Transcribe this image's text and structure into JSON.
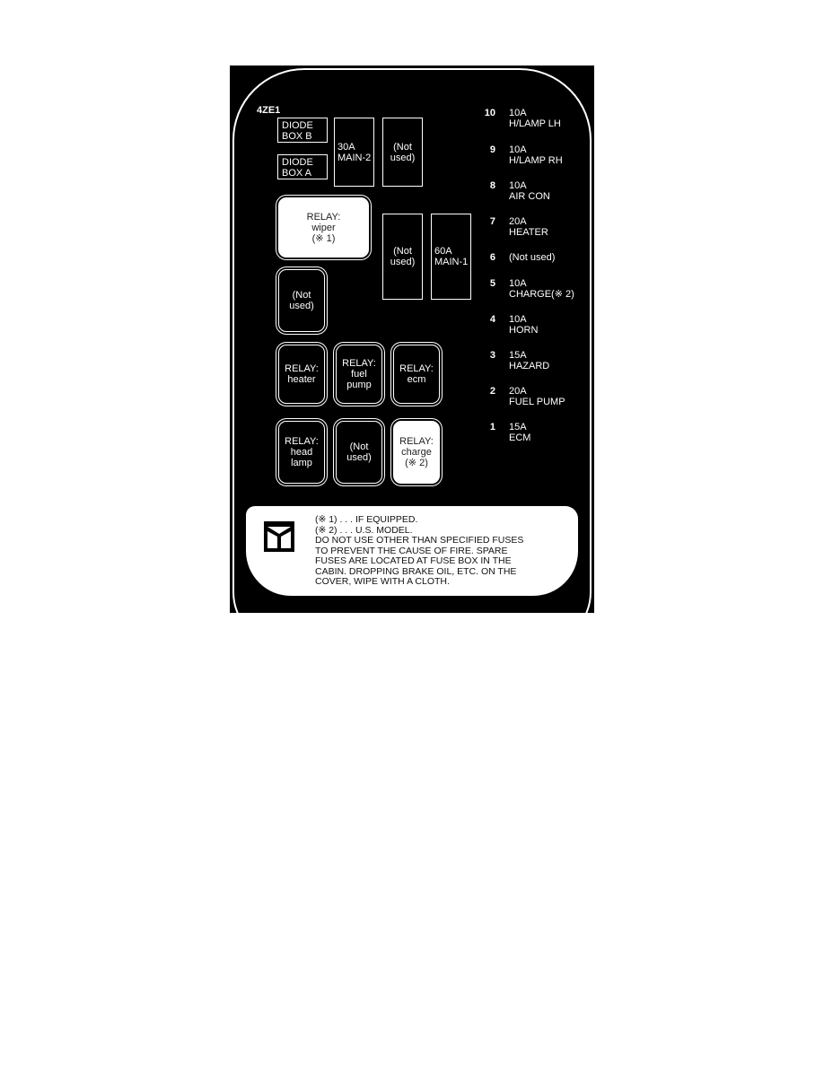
{
  "diagram": {
    "model_code": "4ZE1",
    "diode_boxes": [
      {
        "line1": "DIODE",
        "line2": "BOX B"
      },
      {
        "line1": "DIODE",
        "line2": "BOX A"
      }
    ],
    "main_fuses": [
      {
        "line1": "30A",
        "line2": "MAIN-2"
      },
      {
        "line1": "(Not",
        "line2": "used)"
      },
      {
        "line1": "(Not",
        "line2": "used)"
      },
      {
        "line1": "60A",
        "line2": "MAIN-1"
      }
    ],
    "relays": {
      "wiper": {
        "line1": "RELAY:",
        "line2": "wiper",
        "line3": "(※ 1)"
      },
      "not_used_left": {
        "line1": "(Not",
        "line2": "used)"
      },
      "heater": {
        "line1": "RELAY:",
        "line2": "heater"
      },
      "fuel_pump": {
        "line1": "RELAY:",
        "line2": "fuel",
        "line3": "pump"
      },
      "ecm": {
        "line1": "RELAY:",
        "line2": "ecm"
      },
      "head_lamp": {
        "line1": "RELAY:",
        "line2": "head",
        "line3": "lamp"
      },
      "not_used_bottom": {
        "line1": "(Not",
        "line2": "used)"
      },
      "charge": {
        "line1": "RELAY:",
        "line2": "charge",
        "line3": "(※ 2)"
      }
    },
    "fuses": [
      {
        "number": "10",
        "rating": "10A",
        "circuit": "H/LAMP LH"
      },
      {
        "number": "9",
        "rating": "10A",
        "circuit": "H/LAMP RH"
      },
      {
        "number": "8",
        "rating": "10A",
        "circuit": "AIR CON"
      },
      {
        "number": "7",
        "rating": "20A",
        "circuit": "HEATER"
      },
      {
        "number": "6",
        "rating": "(Not used)",
        "circuit": ""
      },
      {
        "number": "5",
        "rating": "10A",
        "circuit": "CHARGE(※ 2)"
      },
      {
        "number": "4",
        "rating": "10A",
        "circuit": "HORN"
      },
      {
        "number": "3",
        "rating": "15A",
        "circuit": "HAZARD"
      },
      {
        "number": "2",
        "rating": "20A",
        "circuit": "FUEL PUMP"
      },
      {
        "number": "1",
        "rating": "15A",
        "circuit": "ECM"
      }
    ],
    "warning_label": {
      "logo_icon": "isuzu-logo-icon",
      "lines": [
        "(※ 1) . . . IF EQUIPPED.",
        "(※ 2) . . . U.S. MODEL.",
        "DO NOT USE OTHER THAN SPECIFIED FUSES",
        "TO PREVENT THE CAUSE OF FIRE. SPARE",
        "FUSES ARE LOCATED AT FUSE BOX IN THE",
        "CABIN. DROPPING BRAKE OIL, ETC. ON THE",
        "COVER, WIPE WITH A CLOTH."
      ]
    }
  }
}
